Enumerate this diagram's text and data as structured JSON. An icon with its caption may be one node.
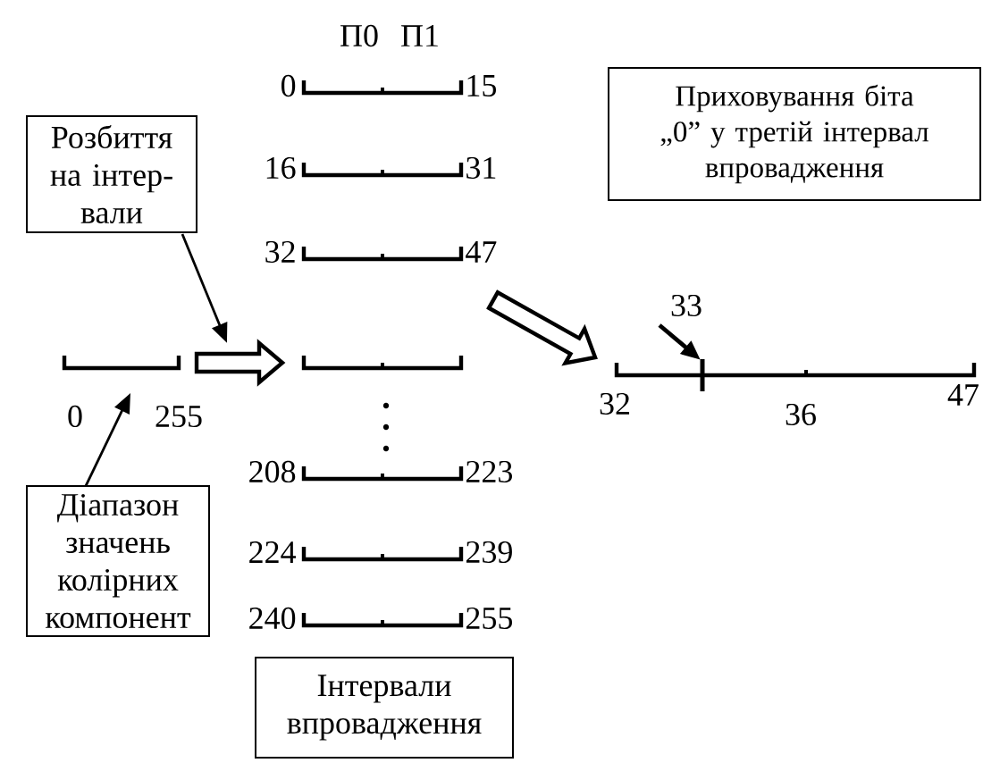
{
  "diagram": {
    "nodes": [
      {
        "text": [
          "Розбиття на інтер-вали"
        ]
      },
      {
        "text": [],
        "shape": "bar",
        "beside": [
          "0",
          "255"
        ]
      },
      {
        "text": [
          "Діапазон значень колірних компонент"
        ]
      },
      {
        "text": [],
        "shape": "bar",
        "beside": [
          "0",
          "15"
        ]
      },
      {
        "text": [],
        "shape": "bar",
        "beside": [
          "16",
          "31"
        ]
      },
      {
        "text": [],
        "shape": "bar",
        "beside": [
          "32",
          "47"
        ]
      },
      {
        "text": [],
        "shape": "bar"
      },
      {
        "text": [],
        "shape": "bar",
        "beside": [
          "208",
          "223"
        ]
      },
      {
        "text": [],
        "shape": "bar",
        "beside": [
          "224",
          "239"
        ]
      },
      {
        "text": [],
        "shape": "bar",
        "beside": [
          "240",
          "255"
        ]
      },
      {
        "text": [
          "Інтервали впровадження"
        ]
      },
      {
        "text": [
          "Приховування біта „0” у третій інтервал впровадження"
        ]
      },
      {
        "text": [],
        "shape": "bar",
        "beside": [
          "32",
          "36",
          "47"
        ]
      },
      {
        "text": [
          "33"
        ]
      }
    ],
    "edges": [
      {
        "from": 0,
        "to": null,
        "arrow": "to"
      },
      {
        "from": 2,
        "to": 1,
        "arrow": "to"
      },
      {
        "from": 1,
        "to": 6,
        "arrow": "to",
        "style": "thick"
      },
      {
        "from": 5,
        "to": 12,
        "arrow": "to",
        "style": "thick"
      },
      {
        "from": 13,
        "to": 12,
        "arrow": "to"
      }
    ],
    "labels": [
      "П0",
      "П1"
    ]
  }
}
